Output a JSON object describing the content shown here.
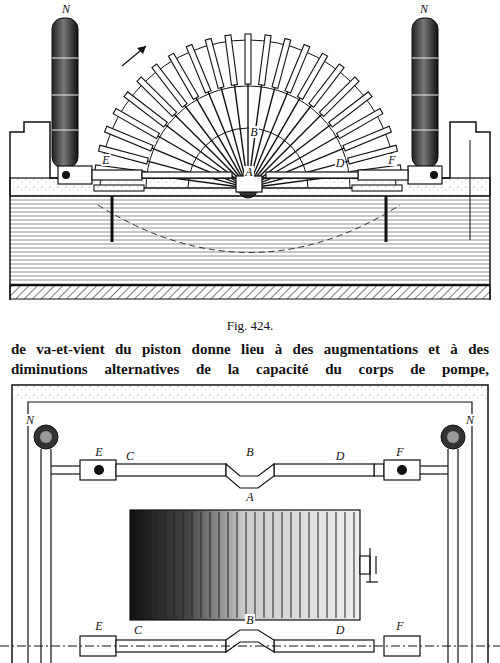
{
  "diagram": {
    "caption": "Fig. 424.",
    "labels": [
      "N",
      "N",
      "B",
      "A",
      "E",
      "D",
      "F",
      "de va-et-vient du piston donne lieu à des augmentations et à des",
      "diminutions alternatives de la capacité du corps de pompe,",
      "N",
      "E",
      "C",
      "B",
      "A",
      "D",
      "F",
      "N",
      "E",
      "C",
      "B",
      "D",
      "F"
    ]
  }
}
